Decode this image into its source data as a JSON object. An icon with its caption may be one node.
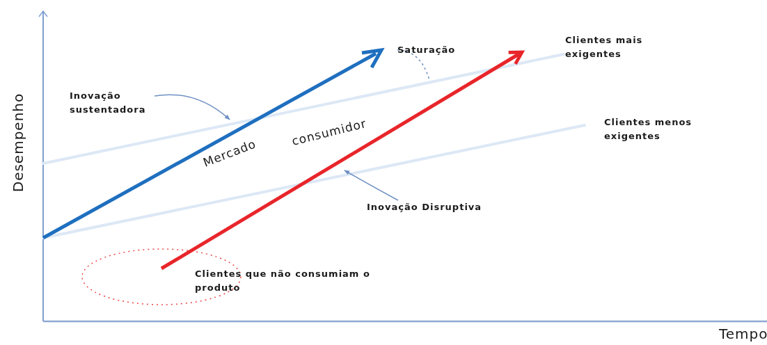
{
  "diagram": {
    "nodes": [
      {
        "text": [
          "Saturação"
        ]
      },
      {
        "text": [
          "Inovação sustentadora"
        ]
      },
      {
        "text": [
          "Inovação Disruptiva"
        ]
      },
      {
        "text": [],
        "shape": "ellipse",
        "beside": [
          "Clientes que não consumiam o produto"
        ]
      }
    ],
    "edges": [
      {
        "from": 0,
        "to": null,
        "arrow": "none",
        "style": "dashed"
      },
      {
        "from": 1,
        "to": null,
        "arrow": "to"
      },
      {
        "from": 2,
        "to": null,
        "arrow": "to"
      },
      {
        "from": 3,
        "to": null,
        "arrow": "to",
        "style": "thick",
        "color": "#e8252a"
      }
    ],
    "labels": [
      "Clientes mais exigentes",
      "Clientes menos exigentes",
      "Mercado",
      "consumidor",
      "Desempenho",
      "Tempo"
    ]
  }
}
